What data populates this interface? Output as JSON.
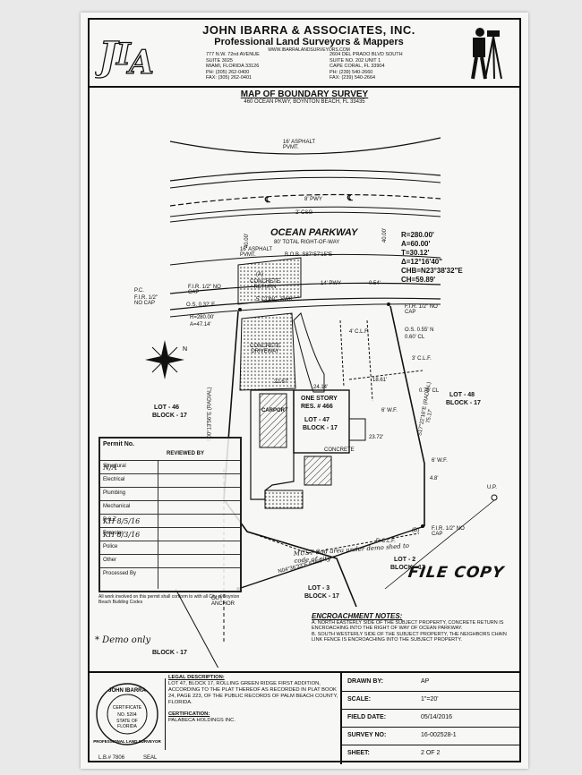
{
  "company": {
    "name": "JOHN IBARRA & ASSOCIATES, INC.",
    "subtitle": "Professional Land Surveyors & Mappers",
    "website": "WWW.IBARRALANDSURVEYORS.COM",
    "logo_text": "JIA",
    "office1": [
      "777 N.W. 72nd AVENUE",
      "SUITE 3025",
      "MIAMI, FLORIDA 33126",
      "PH: (305) 262-0400",
      "FAX: (305) 262-0401"
    ],
    "office2": [
      "2604 DEL PRADO BLVD SOUTH",
      "SUITE NO. 202 UNIT 1",
      "CAPE CORAL, FL 33904",
      "PH: (239) 540-2660",
      "FAX: (239) 540-2664"
    ]
  },
  "map": {
    "title": "MAP OF BOUNDARY SURVEY",
    "address": "460 OCEAN PKWY, BOYNTON BEACH, FL 33435"
  },
  "plan": {
    "asphalt_top": "16' ASPHALT",
    "pvmt_top": "PVMT.",
    "pwy": "8' PWY",
    "cl_symbol": "℄",
    "gutter": "2' C&G",
    "street": "OCEAN PARKWAY",
    "row": "80' TOTAL RIGHT-OF-WAY",
    "asphalt2": "16' ASPHALT",
    "pvmt2": "PVMT.",
    "bob": "B.O.B. S87°57'15\"E",
    "dim40a": "40.00'",
    "dim40b": "40.00'",
    "curve": [
      "R=280.00'",
      "A=60.00'",
      "T=30.12'",
      "Δ=12°16'40\"",
      "CHB=N23°38'32\"E",
      "CH=59.89'"
    ],
    "concrete_return": "CONCRETE RETURN",
    "a_label": "(A)",
    "pwy14": "14' PWY",
    "fir_left": "F.I.R. 1/2\" NO CAP",
    "pc": "P.C.",
    "fir_left2": "F.I.R. 1/2\" NO CAP",
    "os": "O.S. 0.32' E",
    "sw": "5' CONC. SWK.",
    "r280": "R=280.00'",
    "a4714": "A=47.14'",
    "d054": "0.54'",
    "cl_line": "4' C.L.F.",
    "fir_right": "F.I.R. 1/2\" NO CAP",
    "os_right": "O.S. 0.55' N",
    "clf2": "0.60' CL",
    "clf3": "3' C.L.F.",
    "drive": "CONCRETE DRIVEWAY",
    "dim2267": "22.67'",
    "dim1861": "18.61'",
    "dim2414": "24.14'",
    "dim070": "0.70' CL",
    "house_title": "ONE STORY",
    "house_res": "RES. # 466",
    "lot47": "LOT - 47",
    "block17": "BLOCK - 17",
    "carport": "CARPORT",
    "lot46": "LOT - 46",
    "block17b": "BLOCK - 17",
    "lot48": "LOT - 48",
    "block17c": "BLOCK - 17",
    "bearing_left": "S00°13'56\"E (RADIAL)",
    "bearing_right": "S17°22'16\"E (RADIAL)",
    "dim7517": "75.17'",
    "concrete": "CONCRETE",
    "wf1": "6' W.F.",
    "wf2": "6' W.F.",
    "dim2372": "23.72'",
    "dim4": "4.8'",
    "fir_bottom": "F.I.R. 1/2\" NO CAP",
    "clf5": "5' C.L.F.",
    "b_label": "(B)",
    "lot2": "LOT - 2",
    "block17d": "BLOCK - 17",
    "bearing_bottom": "N04°36'33\"E 62.69'",
    "lot3": "LOT - 3",
    "block17e": "BLOCK - 17",
    "guy": "GUY ANCHOR",
    "blocklow": "BLOCK - 17",
    "up": "U.P.",
    "handnote": "MUST Sod area under demo shed to code of city",
    "demo": "* Demo only",
    "permit_note": "All work involved on this permit shall conform to with all City of Boynton Beach Building Codes"
  },
  "permit": {
    "title": "Permit No.",
    "reviewed_by": "REVIEWED BY",
    "rows": [
      {
        "label": "Structural",
        "hand": "N/A"
      },
      {
        "label": "Electrical",
        "hand": ""
      },
      {
        "label": "Plumbing",
        "hand": ""
      },
      {
        "label": "Mechanical",
        "hand": ""
      },
      {
        "label": "P & Z",
        "hand": "KH 8/5/16"
      },
      {
        "label": "Forester",
        "hand": "KH 8/3/16"
      },
      {
        "label": "Police",
        "hand": ""
      },
      {
        "label": "Other",
        "hand": ""
      },
      {
        "label": "Processed By",
        "hand": ""
      }
    ]
  },
  "file_copy": "FILE COPY",
  "encroachment": {
    "title": "ENCROACHMENT NOTES:",
    "notes": [
      "A. NORTH EASTERLY SIDE OF THE SUBJECT PROPERTY, CONCRETE RETURN IS ENCROACHING INTO THE RIGHT OF WAY OF OCEAN PARKWAY.",
      "B. SOUTH WESTERLY SIDE OF THE SUBJECT PROPERTY, THE NEIGHBORS CHAIN LINK FENCE IS ENCROACHING INTO THE SUBJECT PROPERTY."
    ]
  },
  "footer": {
    "seal_lines": [
      "JOHN IBARRA",
      "CERTIFICATE",
      "NO. 5204",
      "STATE OF",
      "FLORIDA",
      "PROFESSIONAL LAND SURVEYOR"
    ],
    "lb": "L.B.# 7806",
    "seal": "SEAL",
    "legal_title": "LEGAL DESCRIPTION:",
    "legal_text": "LOT 47, BLOCK 17, ROLLING GREEN RIDGE FIRST ADDITION, ACCORDING TO THE PLAT THEREOF AS RECORDED IN PLAT BOOK 24, PAGE 223, OF THE PUBLIC RECORDS OF PALM BEACH COUNTY, FLORIDA.",
    "cert_title": "CERTIFICATION:",
    "cert_text": "PALABECA HOLDINGS INC.",
    "table": [
      {
        "k": "DRAWN BY:",
        "v": "AP"
      },
      {
        "k": "SCALE:",
        "v": "1\"=20'"
      },
      {
        "k": "FIELD DATE:",
        "v": "05/14/2016"
      },
      {
        "k": "SURVEY NO:",
        "v": "16-002528-1"
      },
      {
        "k": "SHEET:",
        "v": "2 OF 2"
      }
    ]
  }
}
